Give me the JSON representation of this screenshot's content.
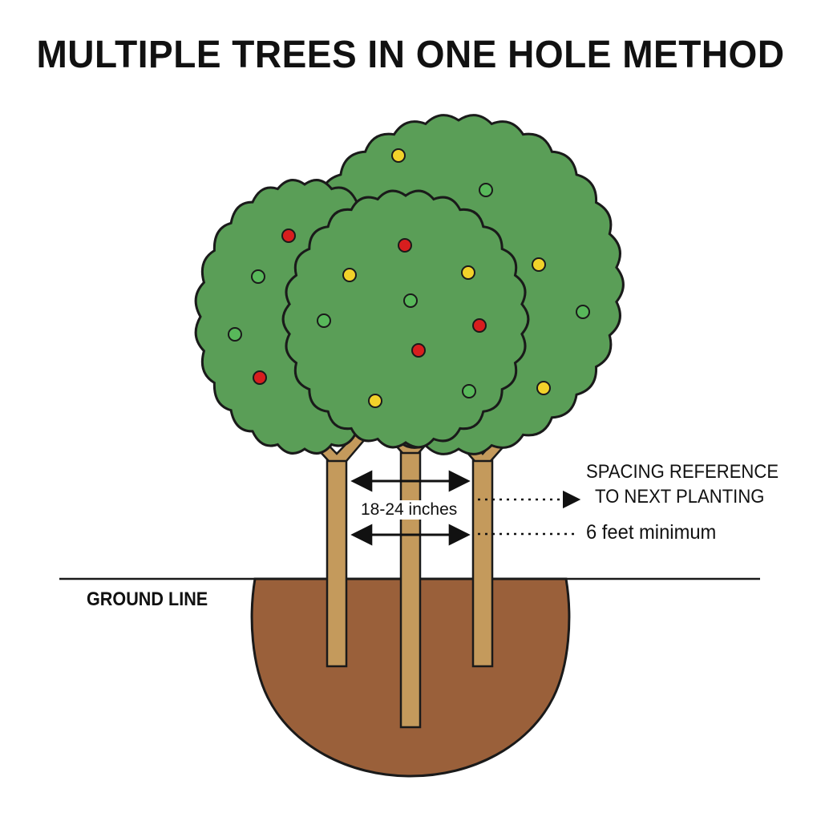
{
  "title": "MULTIPLE TREES IN ONE HOLE METHOD",
  "labels": {
    "tree_gap": "18-24 inches",
    "spacing_line1": "SPACING REFERENCE",
    "spacing_line2": "TO NEXT PLANTING",
    "spacing_value": "6 feet minimum",
    "ground": "GROUND LINE"
  },
  "colors": {
    "foliage": "#5a9e57",
    "outline": "#1a1a1a",
    "trunk": "#c49a5c",
    "soil": "#9a603a",
    "fruit_red": "#d81e1e",
    "fruit_yellow": "#f2d22a",
    "fruit_green": "#58b85a"
  },
  "icons": [
    "tree-canopy",
    "fruit-dot",
    "double-arrow",
    "dotted-arrow"
  ]
}
